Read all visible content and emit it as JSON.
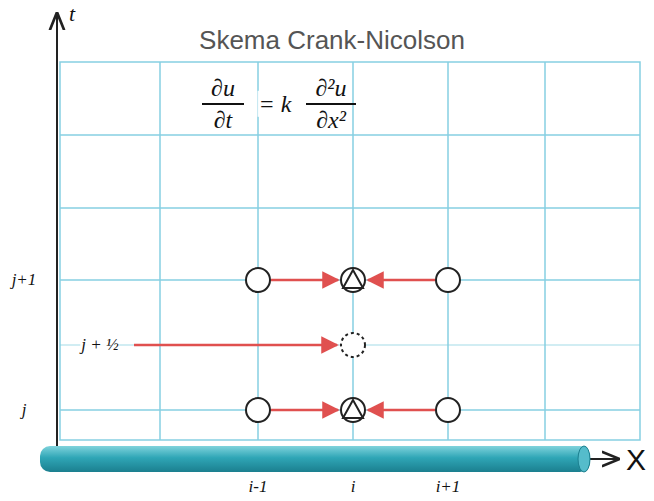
{
  "diagram": {
    "title": "Skema Crank-Nicolson",
    "labels": [
      "t",
      "∂u",
      "∂t",
      "= k",
      "∂²u",
      "∂x²",
      "j+1",
      "j + ½",
      "j",
      "i-1",
      "i",
      "i+1",
      "X"
    ]
  }
}
